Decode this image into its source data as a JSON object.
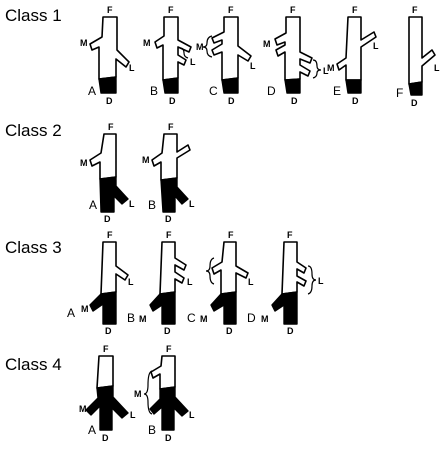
{
  "colors": {
    "background": "#ffffff",
    "ink": "#000000"
  },
  "classes": [
    {
      "heading": "Class 1",
      "variants": [
        {
          "letter": "A",
          "labels": {
            "F": "F",
            "M": "M",
            "L": "L",
            "D": "D"
          }
        },
        {
          "letter": "B",
          "labels": {
            "F": "F",
            "M": "M",
            "L": "L",
            "D": "D"
          }
        },
        {
          "letter": "C",
          "labels": {
            "F": "F",
            "M": "M",
            "L": "L",
            "D": "D"
          }
        },
        {
          "letter": "D",
          "labels": {
            "F": "F",
            "M": "M",
            "L": "L",
            "D": "D"
          }
        },
        {
          "letter": "E",
          "labels": {
            "F": "F",
            "M": "M",
            "L": "L",
            "D": "D"
          }
        },
        {
          "letter": "F",
          "labels": {
            "F": "F",
            "L": "L",
            "D": "D"
          }
        }
      ]
    },
    {
      "heading": "Class 2",
      "variants": [
        {
          "letter": "A",
          "labels": {
            "F": "F",
            "M": "M",
            "L": "L",
            "D": "D"
          }
        },
        {
          "letter": "B",
          "labels": {
            "F": "F",
            "M": "M",
            "L": "L",
            "D": "D"
          }
        }
      ]
    },
    {
      "heading": "Class 3",
      "variants": [
        {
          "letter": "A",
          "labels": {
            "F": "F",
            "M": "M",
            "L": "L",
            "D": "D"
          }
        },
        {
          "letter": "B",
          "labels": {
            "F": "F",
            "M": "M",
            "L": "L",
            "D": "D"
          }
        },
        {
          "letter": "C",
          "labels": {
            "F": "F",
            "M": "M",
            "L": "L",
            "D": "D"
          }
        },
        {
          "letter": "D",
          "labels": {
            "F": "F",
            "M": "M",
            "L": "L",
            "D": "D"
          }
        }
      ]
    },
    {
      "heading": "Class 4",
      "variants": [
        {
          "letter": "A",
          "labels": {
            "F": "F",
            "M": "M",
            "L": "L",
            "D": "D"
          }
        },
        {
          "letter": "B",
          "labels": {
            "F": "F",
            "M": "M",
            "L": "L",
            "D": "D"
          }
        }
      ]
    }
  ]
}
